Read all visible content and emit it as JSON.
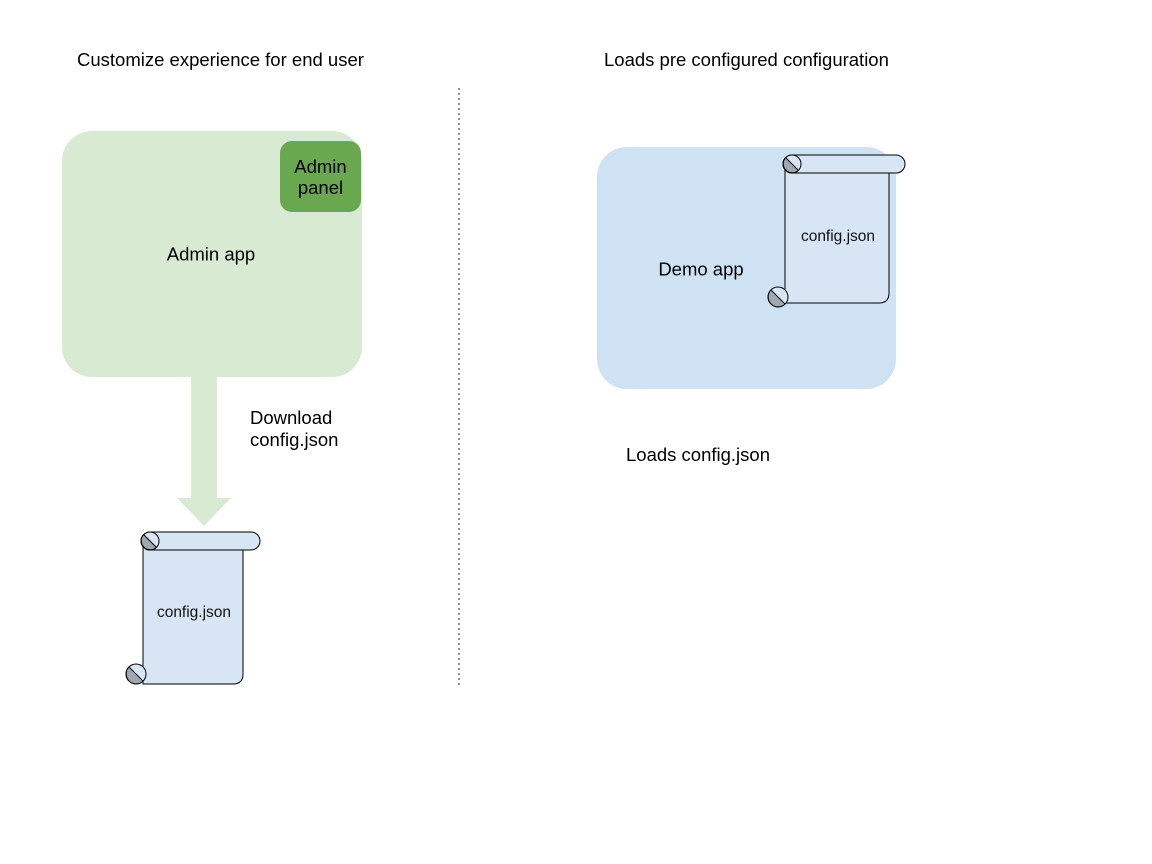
{
  "colors": {
    "admin_app_fill": "#d9ead3",
    "admin_panel_fill": "#6aa84f",
    "arrow_fill": "#d9ead3",
    "demo_app_fill": "#cfe2f3",
    "scroll_fill": "#d7e5f4",
    "scroll_stroke": "#000000",
    "scroll_curl_shade": "#9fa8b0",
    "divider_color": "#8f8f8f",
    "text_color": "#000000"
  },
  "left_section": {
    "title": "Customize experience for end user",
    "admin_app": {
      "label": "Admin app"
    },
    "admin_panel": {
      "label_line1": "Admin",
      "label_line2": "panel"
    },
    "download_arrow": {
      "label_line1": "Download",
      "label_line2": "config.json"
    },
    "config_file": {
      "label": "config.json"
    }
  },
  "right_section": {
    "title": "Loads pre configured configuration",
    "demo_app": {
      "label": "Demo app"
    },
    "config_file": {
      "label": "config.json"
    },
    "caption": "Loads config.json"
  }
}
